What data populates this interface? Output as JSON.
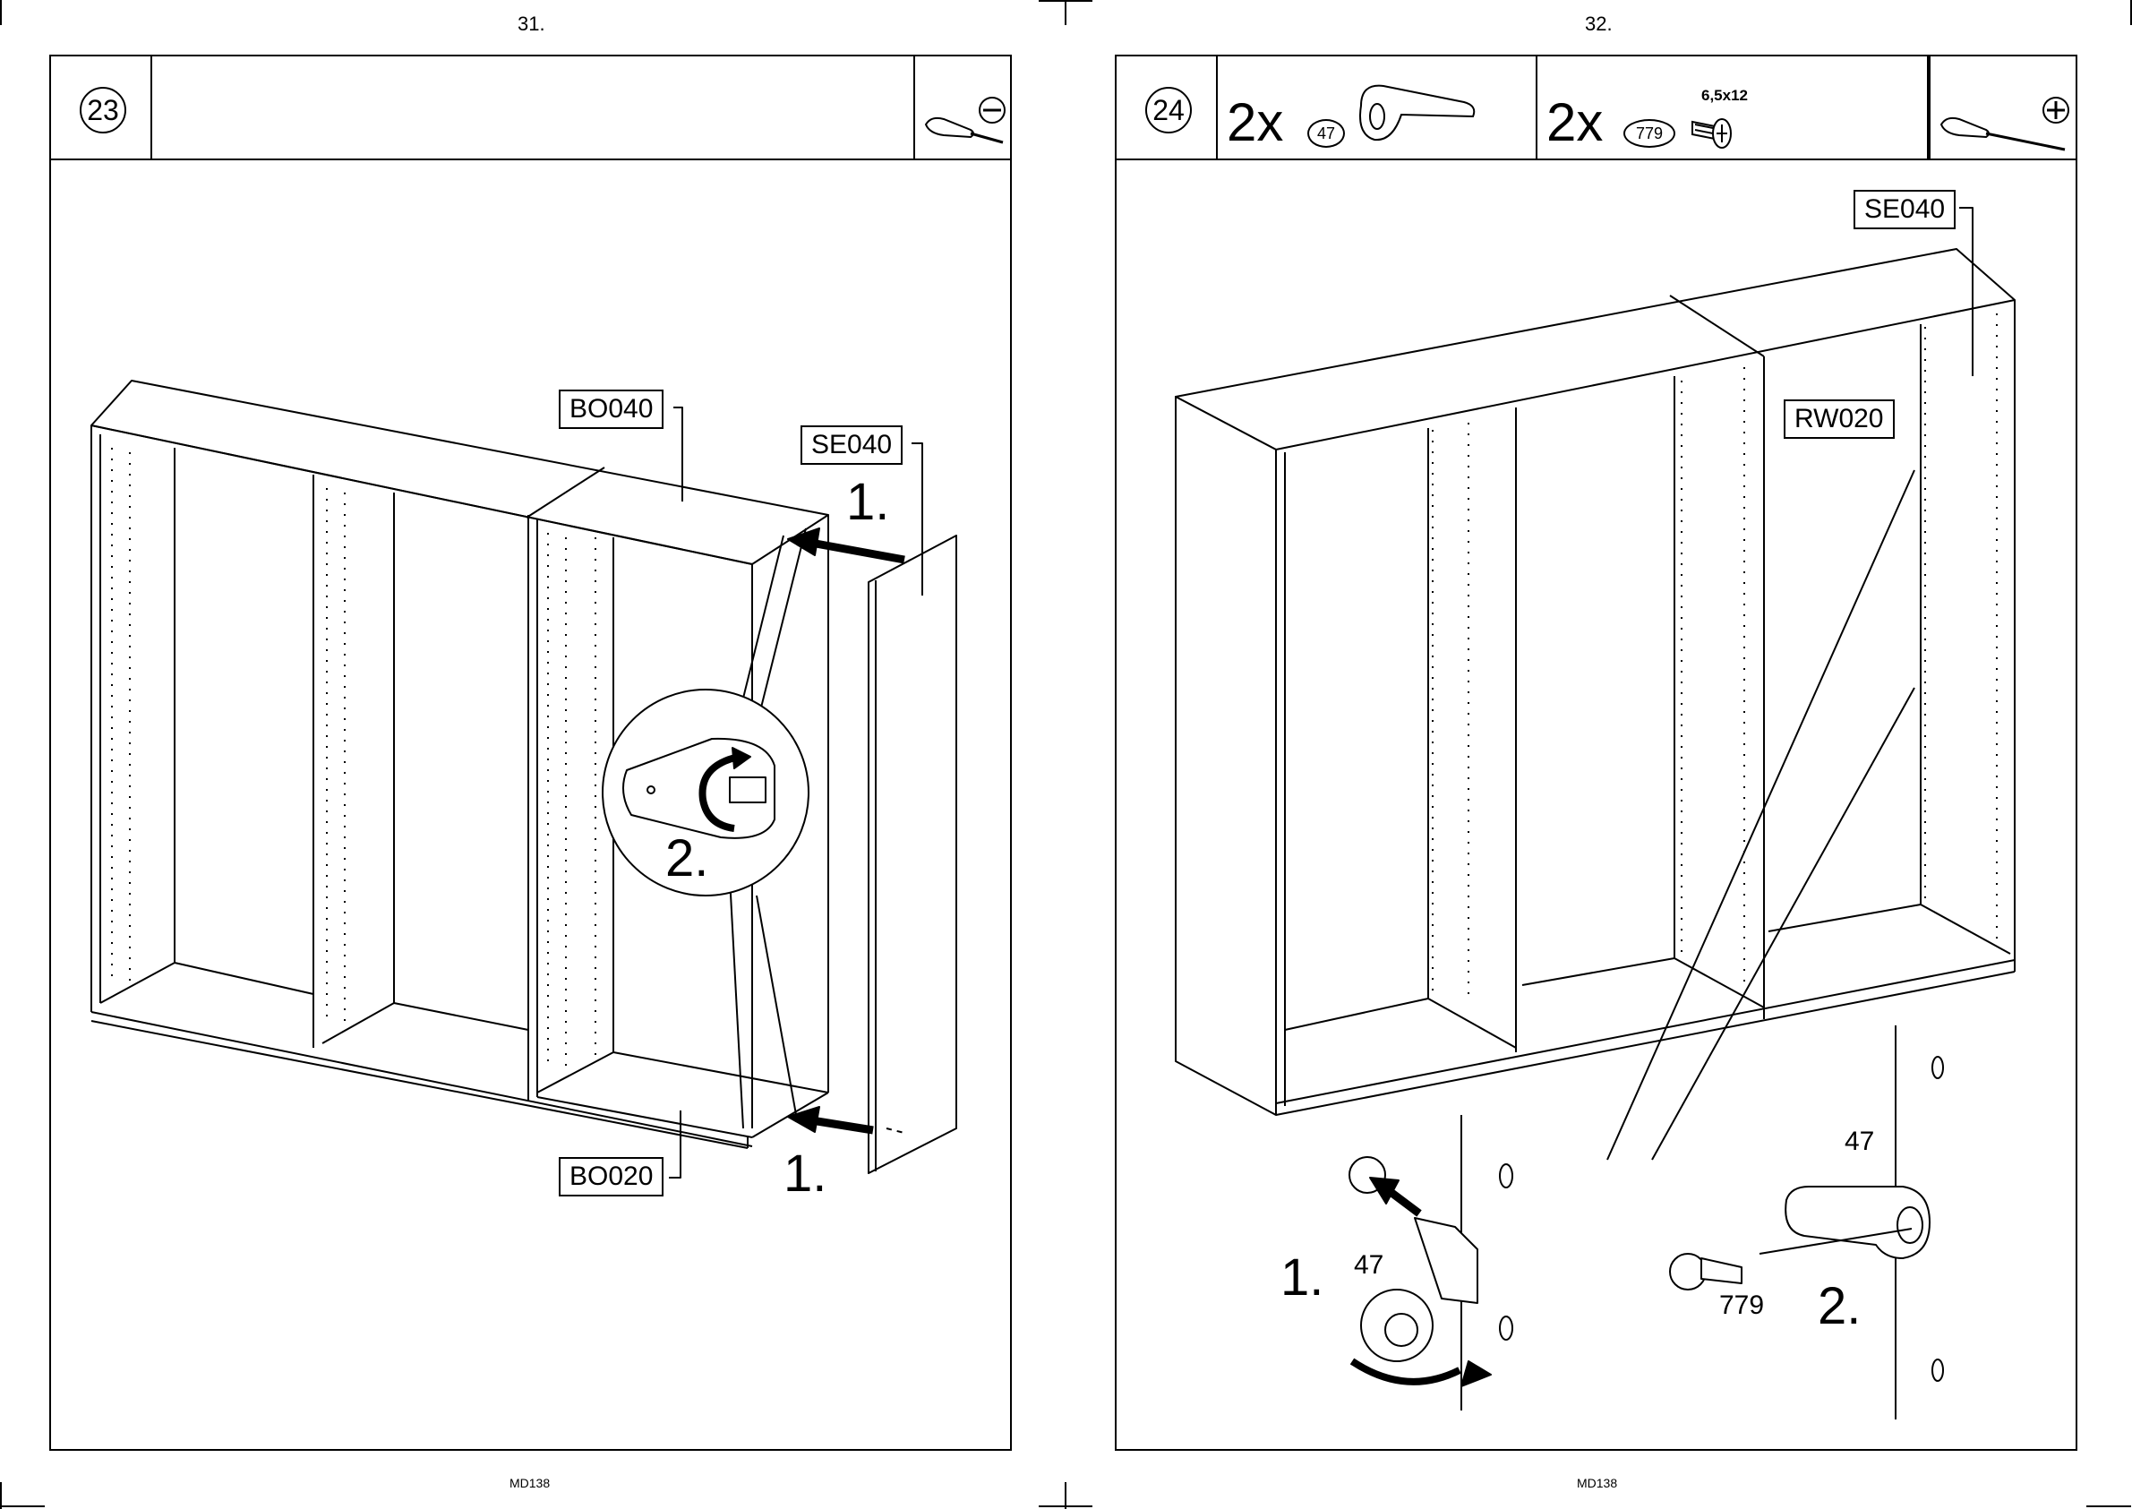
{
  "left_page": {
    "page_number": "31.",
    "footer": "MD138",
    "step": {
      "number": "23",
      "tool_icon": "flat-screwdriver-icon",
      "labels": {
        "top_panel": "BO040",
        "side_panel": "SE040",
        "bottom_panel": "BO020"
      },
      "callouts": {
        "insert_top": "1.",
        "insert_bottom": "1.",
        "turn_lock": "2."
      }
    }
  },
  "right_page": {
    "page_number": "32.",
    "footer": "MD138",
    "step": {
      "number": "24",
      "tool_icon": "phillips-screwdriver-icon",
      "parts": [
        {
          "qty": "2x",
          "part_no": "47",
          "icon": "shelf-bracket-icon"
        },
        {
          "qty": "2x",
          "part_no": "779",
          "size": "6,5x12",
          "icon": "screw-icon"
        }
      ],
      "labels": {
        "side_panel": "SE040",
        "rail": "RW020"
      },
      "detail": {
        "step1": "1.",
        "step1_part": "47",
        "step2": "2.",
        "step2_part": "47",
        "screw_part": "779"
      }
    }
  }
}
